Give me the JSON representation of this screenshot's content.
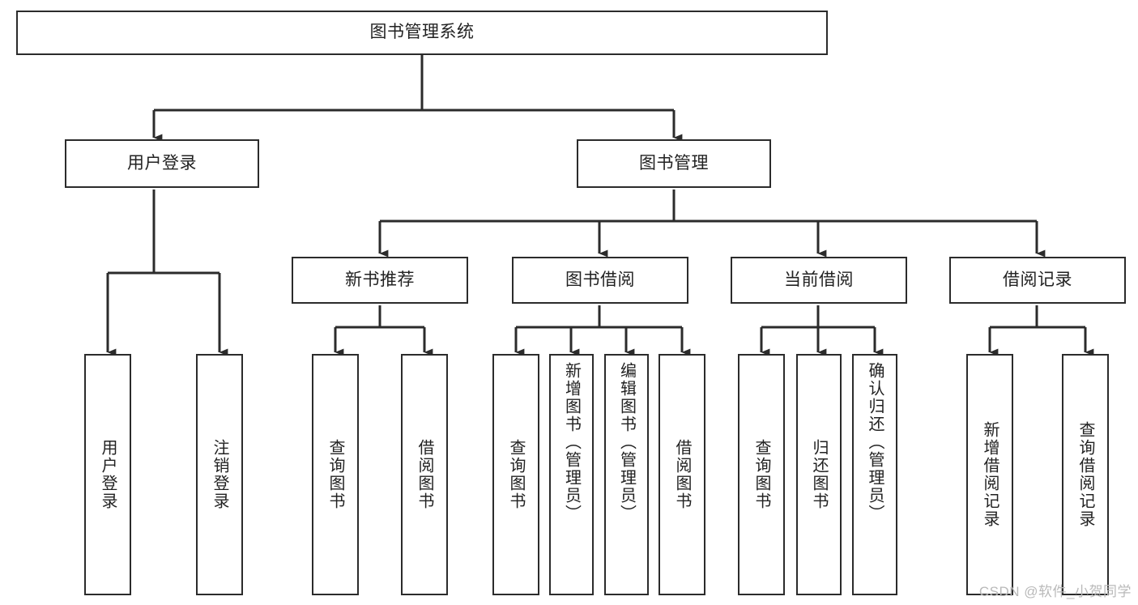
{
  "diagram": {
    "type": "tree-hierarchy",
    "title": "图书管理系统",
    "watermark": "CSDN @软件_小贺同学",
    "colors": {
      "node_border": "#2b2b2b",
      "node_fill": "#ffffff",
      "edge": "#2b2b2b",
      "text": "#222222",
      "watermark": "#b9b9b9",
      "background": "#ffffff"
    },
    "nodes": {
      "root": {
        "label": "图书管理系统"
      },
      "level2": [
        {
          "id": "user-login",
          "label": "用户登录"
        },
        {
          "id": "book-management",
          "label": "图书管理"
        }
      ],
      "level3": [
        {
          "id": "new-book-recommend",
          "label": "新书推荐"
        },
        {
          "id": "book-borrow",
          "label": "图书借阅"
        },
        {
          "id": "current-borrow",
          "label": "当前借阅"
        },
        {
          "id": "borrow-record",
          "label": "借阅记录"
        }
      ],
      "leaves": {
        "user-login": [
          {
            "id": "leaf-user-login",
            "label": "用户登录"
          },
          {
            "id": "leaf-logout-login",
            "label": "注销登录"
          }
        ],
        "new-book-recommend": [
          {
            "id": "leaf-query-book-1",
            "label": "查询图书"
          },
          {
            "id": "leaf-borrow-book-1",
            "label": "借阅图书"
          }
        ],
        "book-borrow": [
          {
            "id": "leaf-query-book-2",
            "label": "查询图书"
          },
          {
            "id": "leaf-add-book",
            "label": "新增图书（管理员）"
          },
          {
            "id": "leaf-edit-book",
            "label": "编辑图书（管理员）"
          },
          {
            "id": "leaf-borrow-book-2",
            "label": "借阅图书"
          }
        ],
        "current-borrow": [
          {
            "id": "leaf-query-book-3",
            "label": "查询图书"
          },
          {
            "id": "leaf-return-book",
            "label": "归还图书"
          },
          {
            "id": "leaf-confirm-return",
            "label": "确认归还（管理员）"
          }
        ],
        "borrow-record": [
          {
            "id": "leaf-add-record",
            "label": "新增借阅记录"
          },
          {
            "id": "leaf-query-record",
            "label": "查询借阅记录"
          }
        ]
      }
    }
  }
}
